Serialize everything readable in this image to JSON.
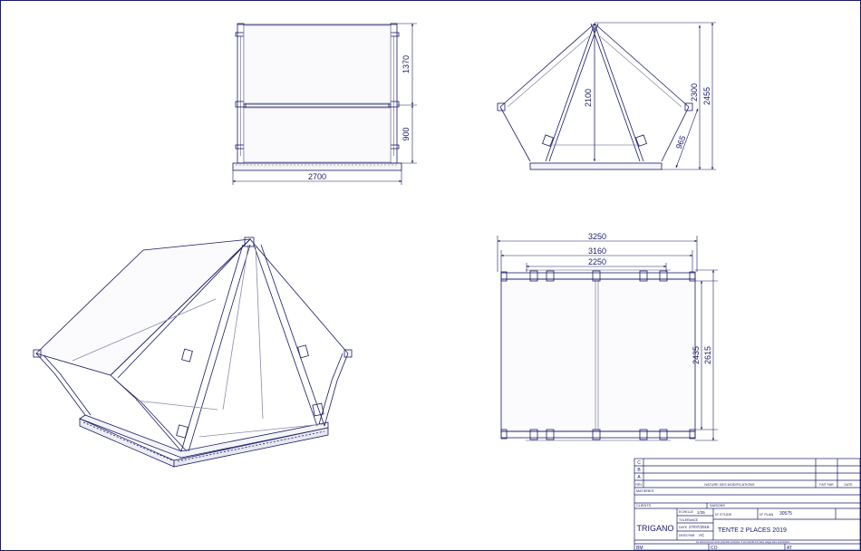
{
  "colors": {
    "line": "#1a1a66",
    "light": "#8a8aa8",
    "fill": "#f4f4f8"
  },
  "front_view": {
    "dims": {
      "upper": "1370",
      "lower": "900",
      "width": "2700"
    }
  },
  "side_view": {
    "dims": {
      "ridge": "2100",
      "eave": "2300",
      "total": "2455",
      "wall": "965"
    }
  },
  "top_view": {
    "dims": {
      "outer": "3250",
      "mid": "3160",
      "inner": "2250",
      "depth_inner": "2435",
      "depth_outer": "2615"
    }
  },
  "title_block": {
    "revisions": [
      "C",
      "B",
      "A"
    ],
    "rev_header": {
      "rev": "RÉV",
      "nature": "NATURE DES MODIFICATIONS",
      "fait_par": "FAIT PAR",
      "date": "DATE"
    },
    "matieres_label": "MATIERES",
    "clients_label": "CLIENTS",
    "saisons_label": "SAISONS",
    "echelle_label": "ECHELLE",
    "echelle_value": "1/35",
    "tolerance_label": "TOLERANCE",
    "date_label": "DATE",
    "date_value": "27/07/2018",
    "dess_label": "DESS PAR",
    "dess_value": "AC",
    "etude_label": "N° ETUDE",
    "plan_label": "N° PLAN",
    "plan_value": "30575",
    "company": "TRIGANO",
    "title": "TENTE 2 PLACES 2019",
    "disclaimer": "Ce document est notre propriété exclusive. Il est interdit d'en faire usage sans autorisation.",
    "signatures": [
      "BM",
      "CO",
      "AT"
    ]
  }
}
